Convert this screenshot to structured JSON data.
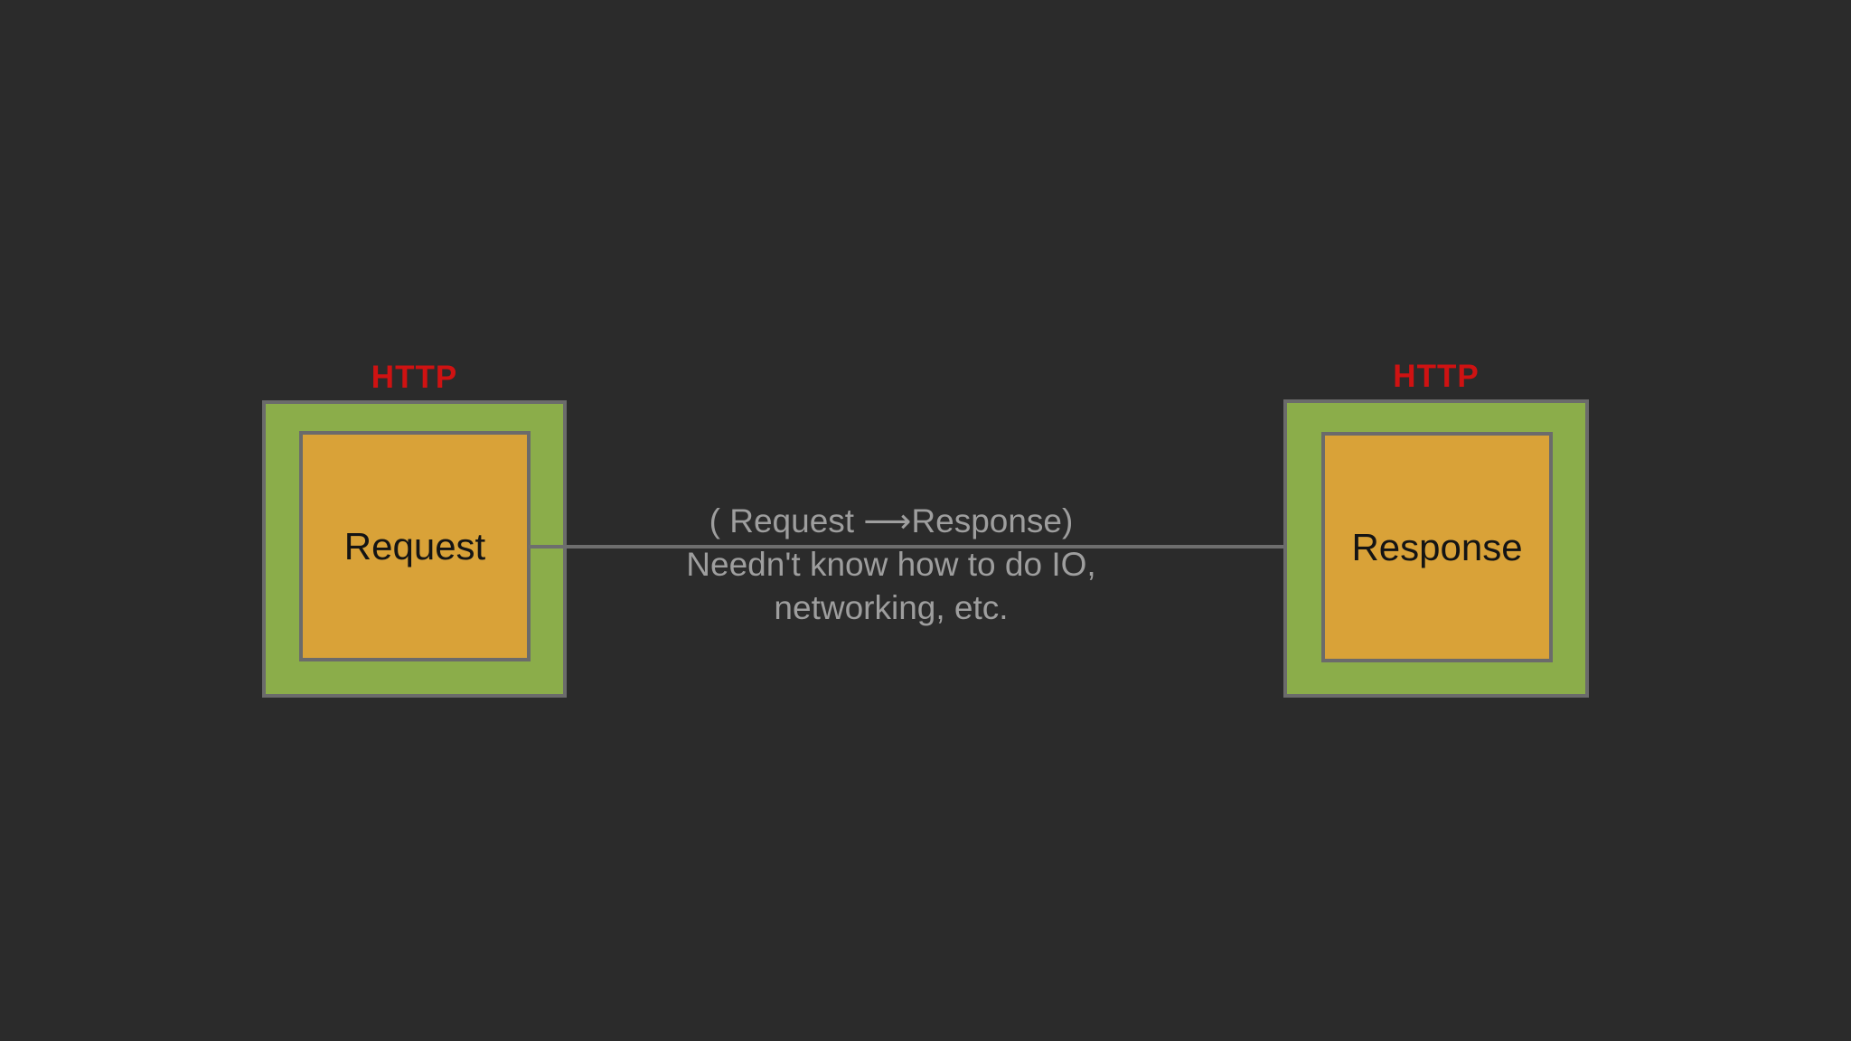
{
  "canvas": {
    "background": "#2b2b2b"
  },
  "diagram": {
    "left_node": {
      "protocol_label": "HTTP",
      "box_label": "Request"
    },
    "right_node": {
      "protocol_label": "HTTP",
      "box_label": "Response"
    },
    "arrow_annotation": {
      "line1": "( Request ⟶Response)",
      "line2": "Needn't know how to do IO,",
      "line3": "networking, etc."
    },
    "colors": {
      "canvas_bg": "#2b2b2b",
      "protocol": "#cf1212",
      "outer_box": "#8bad4a",
      "inner_box": "#d9a238",
      "box_border": "#6b6b6b",
      "arrow": "#6e6e6e",
      "annotation_text": "#9e9e9e",
      "box_label": "#141414"
    }
  }
}
